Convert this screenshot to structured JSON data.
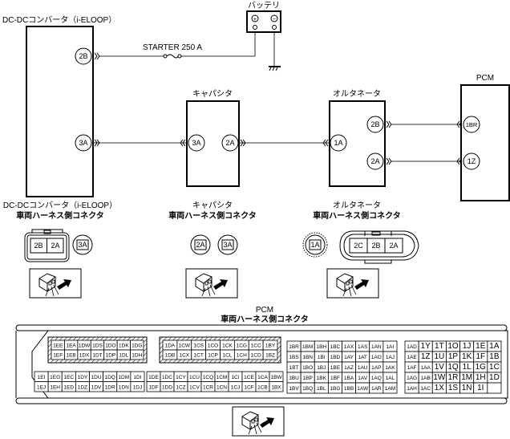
{
  "components": {
    "dcdc": {
      "title": "DC-DCコンバータ（i-ELOOP）",
      "pins": [
        "2B",
        "3A"
      ]
    },
    "battery": {
      "title": "バッテリ",
      "plus": "+",
      "minus": "−"
    },
    "fuse": {
      "label": "STARTER 250 A"
    },
    "capacitor": {
      "title": "キャパシタ",
      "pins": [
        "3A",
        "2A"
      ]
    },
    "alternator": {
      "title": "オルタネータ",
      "pins": [
        "1A",
        "2B",
        "2A"
      ]
    },
    "pcm": {
      "title": "PCM",
      "pins": [
        "1BR",
        "1Z"
      ]
    }
  },
  "connectors": {
    "harness_side": "車両ハーネス側コネクタ",
    "dcdc": {
      "title": "DC-DCコンバータ（i-ELOOP）",
      "pins": [
        "2B",
        "2A",
        "3A"
      ]
    },
    "capacitor": {
      "title": "キャパシタ",
      "pins": [
        "2A",
        "3A"
      ]
    },
    "alternator": {
      "title": "オルタネータ",
      "pins": [
        "1A",
        "2C",
        "2B",
        "2A"
      ]
    },
    "pcm": {
      "title": "PCM",
      "blocks": [
        {
          "hatched": true,
          "rows": [
            [
              "1EE",
              "1EA",
              "1DW",
              "1DS",
              "1DO",
              "1DK",
              "1DG"
            ],
            [
              "1EF",
              "1EB",
              "1DX",
              "1DT",
              "1DP",
              "1DL",
              "1DH"
            ]
          ]
        },
        {
          "hatched": true,
          "rows": [
            [
              "1DA",
              "1CW",
              "1CS",
              "1CO",
              "1CK",
              "1CG",
              "1CC",
              "1BY"
            ],
            [
              "1DB",
              "1CX",
              "1CT",
              "1CP",
              "1CL",
              "1CH",
              "1CD",
              "1BZ"
            ]
          ]
        },
        {
          "hatched": false,
          "rows": [
            [
              "1EI",
              "1EG",
              "1EC",
              "1DY",
              "1DU",
              "1DQ",
              "1DM",
              "1DI"
            ],
            [
              "1EJ",
              "1EH",
              "1ED",
              "1DZ",
              "1DV",
              "1DR",
              "1DN",
              "1DJ"
            ]
          ]
        },
        {
          "hatched": false,
          "rows": [
            [
              "1DE",
              "1DC",
              "1CY",
              "1CU",
              "1CQ",
              "1CM",
              "1CI",
              "1CE",
              "1CA",
              "1BW"
            ],
            [
              "1DF",
              "1DD",
              "1CZ",
              "1CV",
              "1CR",
              "1CN",
              "1CJ",
              "1CF",
              "1CB",
              "1BX"
            ]
          ]
        },
        {
          "hatched": false,
          "rows": [
            [
              "1BR",
              "1BM",
              "1BH",
              "1BC",
              "1AX",
              "1AS",
              "1AN",
              "1AI"
            ],
            [
              "1BS",
              "1BN",
              "1BI",
              "1BD",
              "1AY",
              "1AT",
              "1AO",
              "1AJ"
            ],
            [
              "1BT",
              "1BO",
              "1BJ",
              "1BE",
              "1AZ",
              "1AU",
              "1AP",
              "1AK"
            ],
            [
              "1BU",
              "1BP",
              "1BK",
              "1BF",
              "1BA",
              "1AV",
              "1AQ",
              "1AL"
            ],
            [
              "1BV",
              "1BQ",
              "1BL",
              "1BG",
              "1BB",
              "1AW",
              "1AR",
              "1AM"
            ]
          ]
        },
        {
          "hatched": false,
          "rows": [
            [
              "1AD",
              "1Y",
              "1T",
              "1O",
              "1J",
              "1E",
              "1A"
            ],
            [
              "1AE",
              "1Z",
              "1U",
              "1P",
              "1K",
              "1F",
              "1B"
            ],
            [
              "1AF",
              "1AA",
              "1V",
              "1Q",
              "1L",
              "1G",
              "1C"
            ],
            [
              "1AG",
              "1AB",
              "1W",
              "1R",
              "1M",
              "1H",
              "1D"
            ],
            [
              "1AH",
              "1AC",
              "1X",
              "1S",
              "1N",
              "1I",
              ""
            ]
          ]
        }
      ]
    }
  },
  "icons": [
    "fuse-icon",
    "ground-icon",
    "connector-view-icon"
  ]
}
